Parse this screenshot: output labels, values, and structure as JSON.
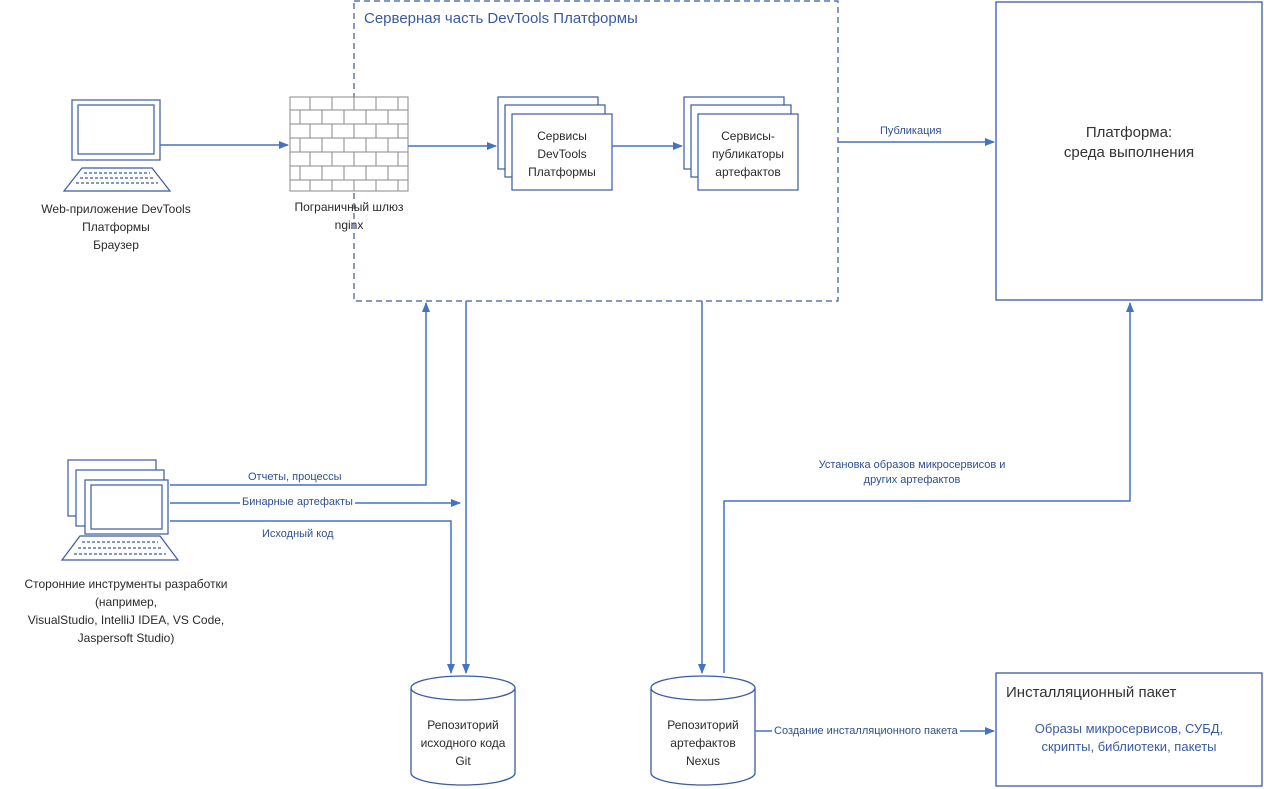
{
  "colors": {
    "line": "#4472c4",
    "box": "#3a5ba0",
    "text": "#2a2a2a"
  },
  "server_zone": {
    "title": "Серверная часть DevTools Платформы"
  },
  "browser": {
    "icon": "laptop-icon",
    "lines": [
      "Web-приложение DevTools",
      "Платформы",
      "Браузер"
    ]
  },
  "gateway": {
    "icon": "firewall-icon",
    "lines": [
      "Пограничный шлюз",
      "nginx"
    ]
  },
  "devtools_services": {
    "lines": [
      "Сервисы",
      "DevTools",
      "Платформы"
    ]
  },
  "publisher_services": {
    "lines": [
      "Сервисы-",
      "публикаторы",
      "артефактов"
    ]
  },
  "platform": {
    "lines": [
      "Платформа:",
      "среда выполнения"
    ]
  },
  "third_party_tools": {
    "icon": "multi-laptop-icon",
    "lines": [
      "Сторонние инструменты разработки",
      "(например,",
      "VisualStudio, IntelliJ IDEA, VS Code,",
      "Jaspersoft Studio)"
    ]
  },
  "git_repo": {
    "icon": "database-cylinder-icon",
    "lines": [
      "Репозиторий",
      "исходного кода",
      "Git"
    ]
  },
  "nexus_repo": {
    "icon": "database-cylinder-icon",
    "lines": [
      "Репозиторий",
      "артефактов",
      "Nexus"
    ]
  },
  "install_package": {
    "title": "Инсталляционный пакет",
    "lines": [
      "Образы микросервисов, СУБД,",
      "скрипты, библиотеки, пакеты"
    ]
  },
  "edges": {
    "publication": "Публикация",
    "reports": "Отчеты, процессы",
    "binaries": "Бинарные артефакты",
    "source_code": "Исходный код",
    "install_images": [
      "Установка образов микросервисов и",
      "других артефактов"
    ],
    "create_package": "Создание инсталляционного пакета"
  }
}
